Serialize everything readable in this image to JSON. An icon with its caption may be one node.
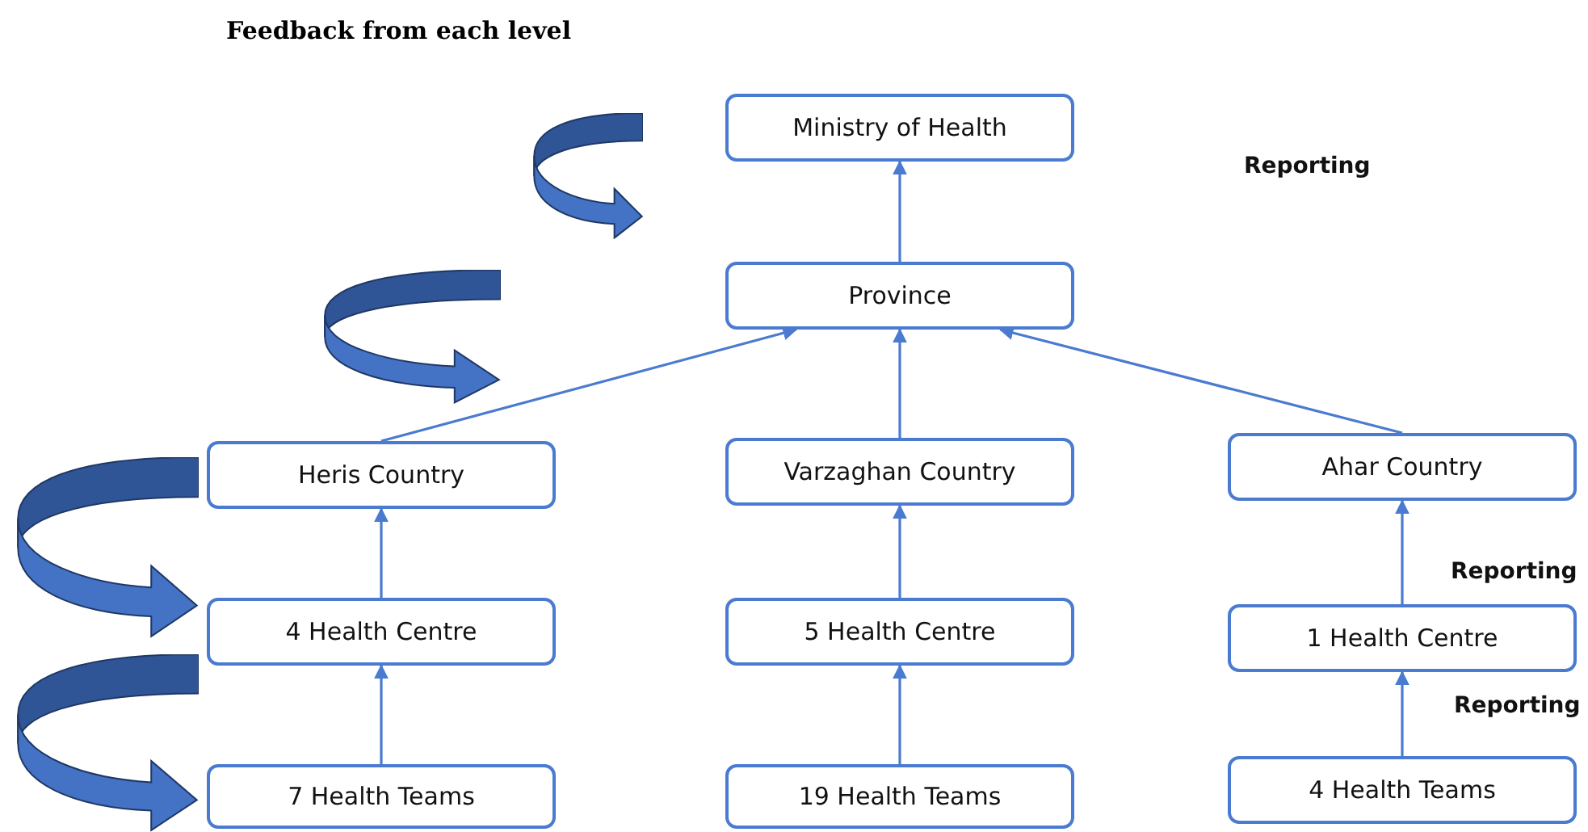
{
  "diagram": {
    "title": "Feedback from each level",
    "nodes": [
      {
        "text": [
          "Ministry of Health"
        ]
      },
      {
        "text": [
          "Province"
        ]
      },
      {
        "text": [
          "Heris Country"
        ]
      },
      {
        "text": [
          "Varzaghan Country"
        ]
      },
      {
        "text": [
          "Ahar Country"
        ]
      },
      {
        "text": [
          "4 Health Centre"
        ]
      },
      {
        "text": [
          "5 Health Centre"
        ]
      },
      {
        "text": [
          "1 Health Centre"
        ]
      },
      {
        "text": [
          "7 Health Teams"
        ]
      },
      {
        "text": [
          "19 Health Teams"
        ]
      },
      {
        "text": [
          "4 Health Teams"
        ]
      }
    ],
    "edges": [
      {
        "from": 1,
        "to": 0,
        "arrow": "to"
      },
      {
        "from": 2,
        "to": 1,
        "arrow": "to"
      },
      {
        "from": 3,
        "to": 1,
        "arrow": "to"
      },
      {
        "from": 4,
        "to": 1,
        "arrow": "to"
      },
      {
        "from": 5,
        "to": 2,
        "arrow": "to"
      },
      {
        "from": 6,
        "to": 3,
        "arrow": "to"
      },
      {
        "from": 7,
        "to": 4,
        "arrow": "to"
      },
      {
        "from": 8,
        "to": 5,
        "arrow": "to"
      },
      {
        "from": 9,
        "to": 6,
        "arrow": "to"
      },
      {
        "from": 10,
        "to": 7,
        "arrow": "to"
      }
    ],
    "labels": [
      "Reporting",
      "Reporting",
      "Reporting"
    ]
  }
}
